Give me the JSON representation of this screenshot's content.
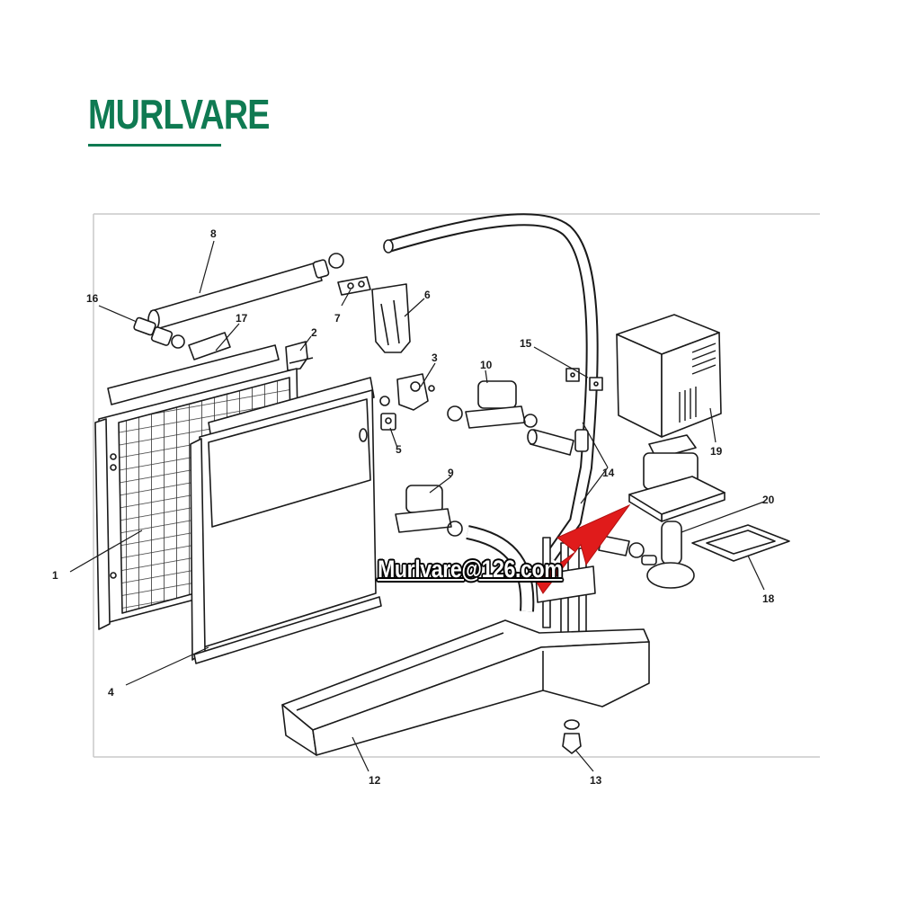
{
  "brand": {
    "logo_text": "MURLVARE",
    "color": "#0f7a52"
  },
  "watermark": {
    "text": "Murlvare@126.com"
  },
  "arrow": {
    "color": "#e01b1b"
  },
  "diagram": {
    "part_labels": [
      "1",
      "2",
      "3",
      "4",
      "5",
      "6",
      "7",
      "8",
      "9",
      "10",
      "12",
      "13",
      "14",
      "15",
      "16",
      "17",
      "18",
      "19",
      "20"
    ]
  }
}
